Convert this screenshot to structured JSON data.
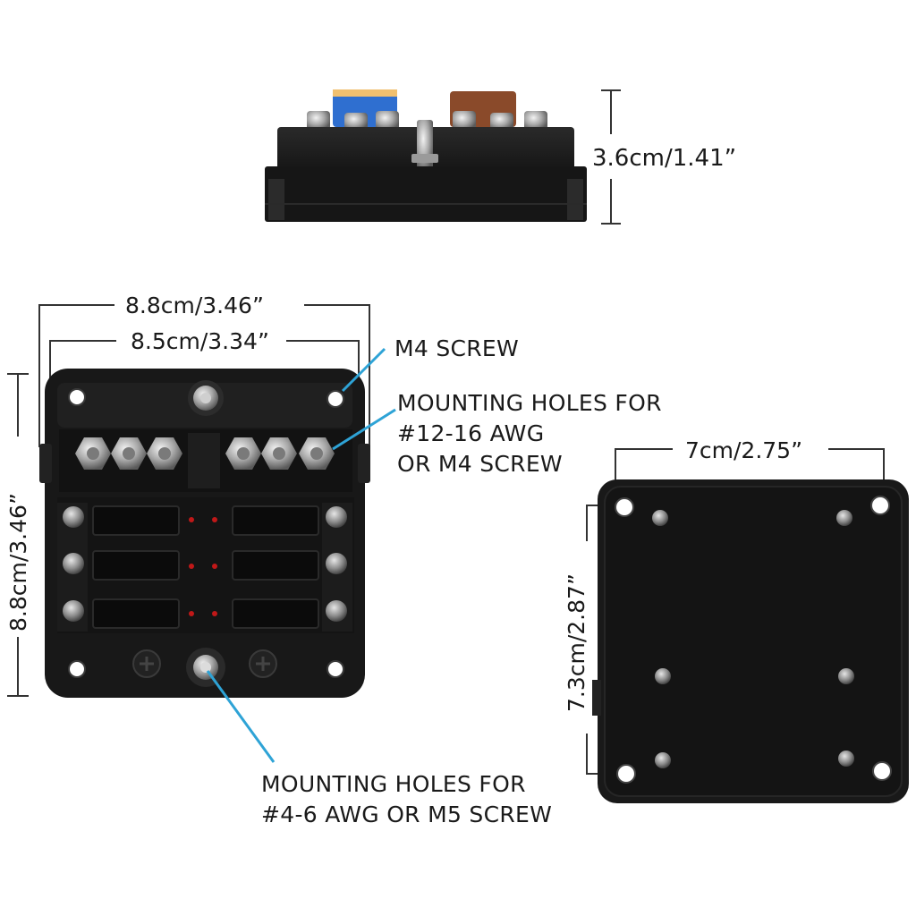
{
  "dimensions": {
    "height": "3.6cm/1.41”",
    "outer_width": "8.8cm/3.46”",
    "inner_width": "8.5cm/3.34”",
    "front_height": "8.8cm/3.46”",
    "back_hole_width": "7cm/2.75”",
    "back_hole_height": "7.3cm/2.87”"
  },
  "callouts": {
    "m4_screw": "M4 SCREW",
    "mounting_small": [
      "MOUNTING HOLES FOR",
      "#12-16 AWG",
      "OR M4 SCREW"
    ],
    "mounting_large": [
      "MOUNTING HOLES FOR",
      "#4-6 AWG OR M5 SCREW"
    ]
  },
  "colors": {
    "body": "#1b1b1b",
    "callout_line": "#2ea3d6",
    "dimension_line": "#333333",
    "fuse_blue": "#2f6fd0",
    "fuse_brown": "#8a4a2a",
    "led_red": "#c01818"
  }
}
